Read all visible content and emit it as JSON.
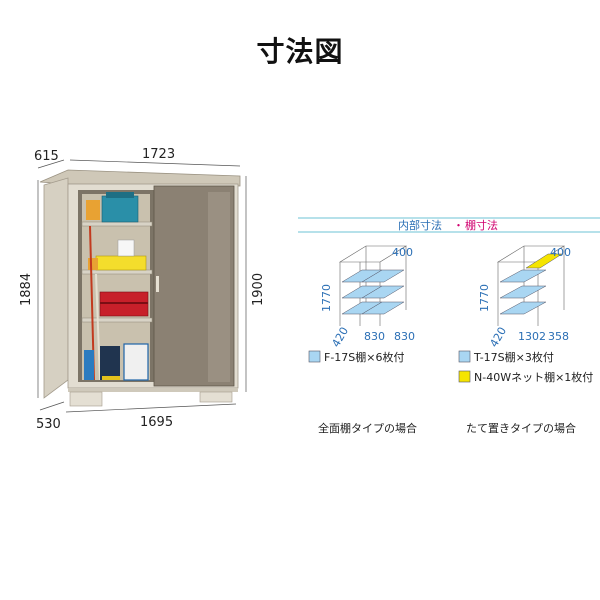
{
  "title": "寸法図",
  "shed": {
    "depth_top": "615",
    "width_top": "1723",
    "height_left": "1884",
    "height_right": "1900",
    "depth_bottom": "530",
    "width_bottom": "1695"
  },
  "panel": {
    "header_part1": "内部寸法",
    "header_sep": "・",
    "header_part2": "棚寸法",
    "left": {
      "height": "1770",
      "depth": "420",
      "top_depth": "400",
      "width1": "830",
      "width2": "830",
      "legend": "F-17S棚×6枚付",
      "caption": "全面棚タイプの場合"
    },
    "right": {
      "height": "1770",
      "depth": "420",
      "top_depth": "400",
      "width1": "1302",
      "width2": "358",
      "legend1": "T-17S棚×3枚付",
      "legend2": "N-40Wネット棚×1枚付",
      "caption": "たて置きタイプの場合"
    }
  },
  "colors": {
    "shelf_fill": "#a9d6f2",
    "net_fill": "#f5e400",
    "header_line": "#6cc3d6",
    "body_blue": "#2b6fb5",
    "header_pink": "#d0006f",
    "door": "#8b8173",
    "frame": "#d9d4c8"
  }
}
